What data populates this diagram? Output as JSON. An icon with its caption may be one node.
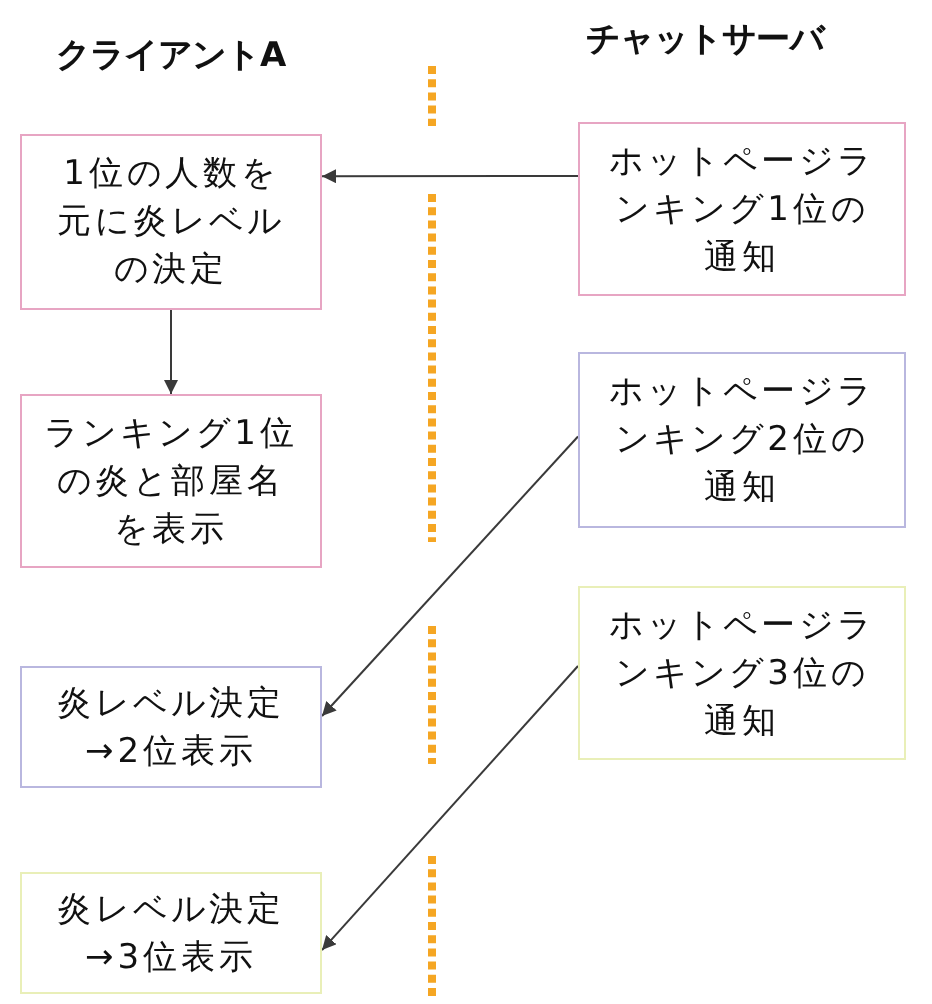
{
  "diagram": {
    "nodes": [
      {
        "text": [
          "1位の人数を元に炎レベルの決定"
        ]
      },
      {
        "text": [
          "ホットページランキング1位の通知"
        ]
      },
      {
        "text": [
          "ランキング1位の炎と部屋名を表示"
        ]
      },
      {
        "text": [
          "ホットページランキング2位の通知"
        ]
      },
      {
        "text": [
          "ホットページランキング3位の通知"
        ]
      },
      {
        "text": [
          "炎レベル決定→2位表示"
        ]
      },
      {
        "text": [
          "炎レベル決定→3位表示"
        ]
      }
    ],
    "edges": [
      {
        "from": 1,
        "to": 0,
        "arrow": "to"
      },
      {
        "from": 0,
        "to": 2,
        "arrow": "to"
      },
      {
        "from": 3,
        "to": 5,
        "arrow": "to"
      },
      {
        "from": 4,
        "to": 6,
        "arrow": "to"
      }
    ],
    "labels": [
      "クライアントA",
      "チャットサーバ"
    ]
  }
}
